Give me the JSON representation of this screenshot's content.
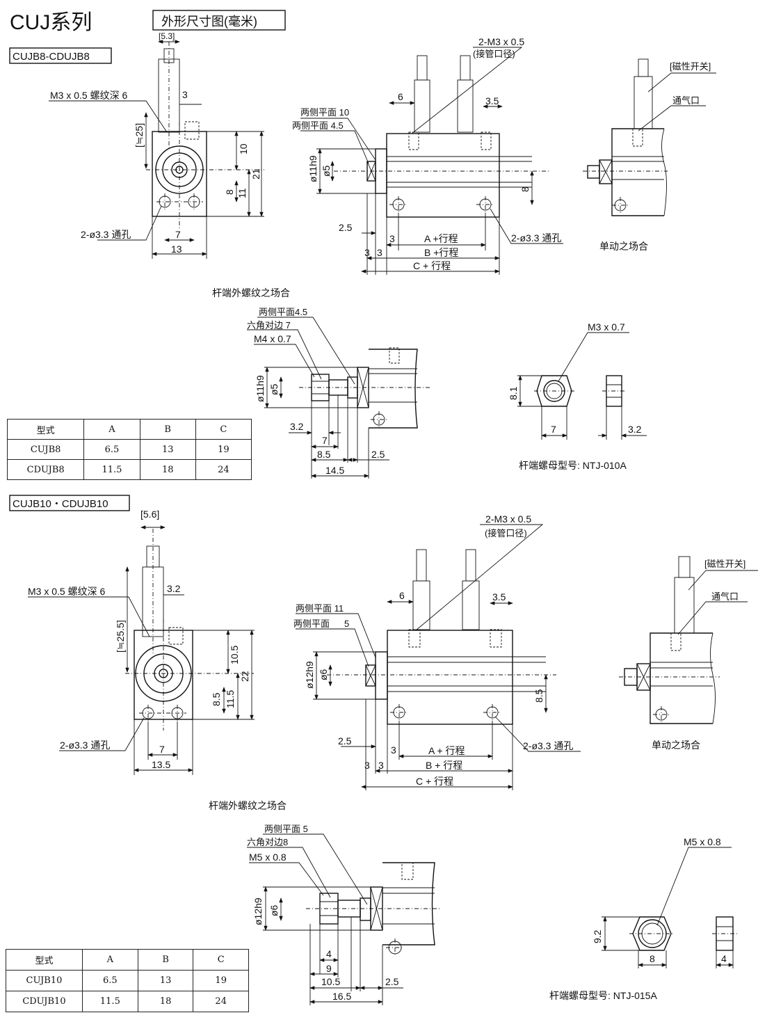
{
  "header": {
    "title": "CUJ系列",
    "subtitle": "外形尺寸图(毫米)"
  },
  "section1": {
    "model": "CUJB8-CDUJB8",
    "front": {
      "bracket": "[5.3]",
      "thread": "M3 x 0.5 螺纹深 6",
      "approx": "[≒25]",
      "d3": "3",
      "d10": "10",
      "d21": "21",
      "d8": "8",
      "d11": "11",
      "hole": "2-ø3.3 通孔",
      "d7": "7",
      "d13": "13"
    },
    "side": {
      "port": "2-M3 x 0.5",
      "port_note": "(接管口径)",
      "flat10": "两侧平面 10",
      "flat45": "两侧平面 4.5",
      "d6": "6",
      "d35": "3.5",
      "dia1": "ø11h9",
      "dia2": "ø5",
      "d8": "8",
      "d25": "2.5",
      "d3a": "3",
      "d3b": "3",
      "d3c": "3",
      "A": "A +行程",
      "B": "B +行程",
      "C": "C + 行程",
      "hole": "2-ø3.3 通孔"
    },
    "single": {
      "switch": "[磁性开关]",
      "vent": "通气口",
      "caption": "单动之场合"
    },
    "ext_caption": "杆端外螺纹之场合",
    "rod": {
      "flat": "两侧平面4.5",
      "hex": "六角对边 7",
      "thread": "M4 x 0.7",
      "dia1": "ø11h9",
      "dia2": "ø5",
      "d32": "3.2",
      "d7": "7",
      "d85": "8.5",
      "d25": "2.5",
      "d145": "14.5"
    },
    "nut": {
      "thread": "M3 x 0.7",
      "d81": "8.1",
      "d7": "7",
      "d32": "3.2",
      "caption": "杆端螺母型号: NTJ-010A"
    },
    "table": {
      "headers": [
        "型式",
        "A",
        "B",
        "C"
      ],
      "rows": [
        [
          "CUJB8",
          "6.5",
          "13",
          "19"
        ],
        [
          "CDUJB8",
          "11.5",
          "18",
          "24"
        ]
      ]
    }
  },
  "section2": {
    "model": "CUJB10・CDUJB10",
    "front": {
      "bracket": "[5.6]",
      "thread": "M3 x 0.5 螺纹深 6",
      "approx": "[≒25.5]",
      "d32": "3.2",
      "d105": "10.5",
      "d22": "22",
      "d85": "8.5",
      "d115": "11.5",
      "hole": "2-ø3.3 通孔",
      "d7": "7",
      "d135": "13.5"
    },
    "side": {
      "port": "2-M3 x 0.5",
      "port_note": "(接管口径)",
      "flat11": "两侧平面 11",
      "flat5a": "两侧平面",
      "flat5b": "5",
      "d6": "6",
      "d35": "3.5",
      "dia1": "ø12h9",
      "dia2": "ø6",
      "d85": "8.5",
      "d25": "2.5",
      "d3a": "3",
      "d3b": "3",
      "d3c": "3",
      "A": "A + 行程",
      "B": "B + 行程",
      "C": "C + 行程",
      "hole": "2-ø3.3 通孔"
    },
    "single": {
      "switch": "[磁性开关]",
      "vent": "通气口",
      "caption": "单动之场合"
    },
    "ext_caption": "杆端外螺纹之场合",
    "rod": {
      "flat": "两侧平面 5",
      "hex": "六角对边8",
      "thread": "M5 x 0.8",
      "dia1": "ø12h9",
      "dia2": "ø6",
      "d4": "4",
      "d9": "9",
      "d105": "10.5",
      "d25": "2.5",
      "d165": "16.5"
    },
    "nut": {
      "thread": "M5 x 0.8",
      "d92": "9.2",
      "d8": "8",
      "d4": "4",
      "caption": "杆端螺母型号: NTJ-015A"
    },
    "table": {
      "headers": [
        "型式",
        "A",
        "B",
        "C"
      ],
      "rows": [
        [
          "CUJB10",
          "6.5",
          "13",
          "19"
        ],
        [
          "CDUJB10",
          "11.5",
          "18",
          "24"
        ]
      ]
    }
  }
}
